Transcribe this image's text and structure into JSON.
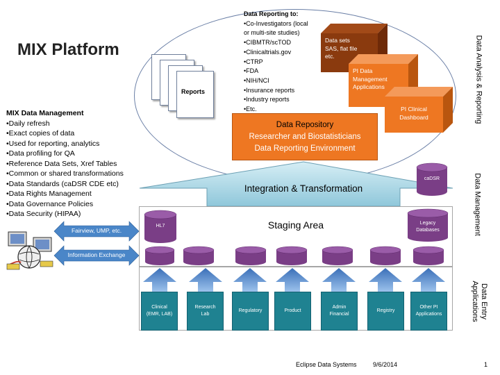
{
  "title": "MIX Platform",
  "reports_label": "Reports",
  "data_reporting": {
    "title": "Data Reporting to:",
    "items": [
      "•Co-Investigators (local",
      "or multi-site studies)",
      "•CIBMTR/scTOD",
      "•Clinicaltrials.gov",
      "•CTRP",
      "•FDA",
      "•NIH/NCI",
      "•Insurance reports",
      "•Industry reports",
      "•Etc."
    ]
  },
  "cubes": {
    "datasets": [
      "Data sets",
      "SAS, flat file",
      "etc."
    ],
    "pi_data_mgmt": [
      "PI  Data",
      "Management",
      "Applications"
    ],
    "pi_clinical": [
      "PI Clinical",
      "Dashboard"
    ]
  },
  "repository": {
    "line1": "Data Repository",
    "line2": "Researcher and Biostatisticians",
    "line3": "Data Reporting Environment"
  },
  "cadsr": "caDSR",
  "integration_label": "Integration & Transformation",
  "staging_label": "Staging Area",
  "hl7": "HL7",
  "legacy": [
    "Legacy",
    "Databases"
  ],
  "exchange": {
    "fairview": "Fairview, UMP, etc.",
    "info": "Information Exchange"
  },
  "mix_data_management": {
    "title": "MIX Data Management",
    "items": [
      "•Daily refresh",
      "•Exact copies of data",
      "•Used for reporting, analytics",
      "•Data profiling for QA",
      "•Reference Data Sets, Xref Tables",
      "•Common or shared  transformations",
      "•Data Standards (caDSR CDE etc)",
      "•Data Rights Management",
      "•Data Governance Policies",
      "•Data Security (HIPAA)"
    ]
  },
  "apps": [
    {
      "lines": [
        "Clinical",
        "(EMR, LAB)"
      ]
    },
    {
      "lines": [
        "Research",
        "Lab"
      ]
    },
    {
      "lines": [
        "Regulatory"
      ]
    },
    {
      "lines": [
        "Product"
      ]
    },
    {
      "lines": [
        "Admin",
        "Financial"
      ]
    },
    {
      "lines": [
        "Registry"
      ]
    },
    {
      "lines": [
        "Other PI",
        "Applications"
      ]
    }
  ],
  "side_labels": {
    "analysis": "Data Analysis & Reporting",
    "management": "Data Management",
    "entry_line1": "Data Entry",
    "entry_line2": "Applications"
  },
  "footer": {
    "company": "Eclipse Data Systems",
    "date": "9/6/2014",
    "page": "1"
  },
  "colors": {
    "orange": "#ee7722",
    "brown": "#8a3a0e",
    "teal": "#1f8291",
    "purple": "#7a3e86",
    "blue_arrow": "#3f76c0",
    "light_blue": "#a9d6e5"
  }
}
